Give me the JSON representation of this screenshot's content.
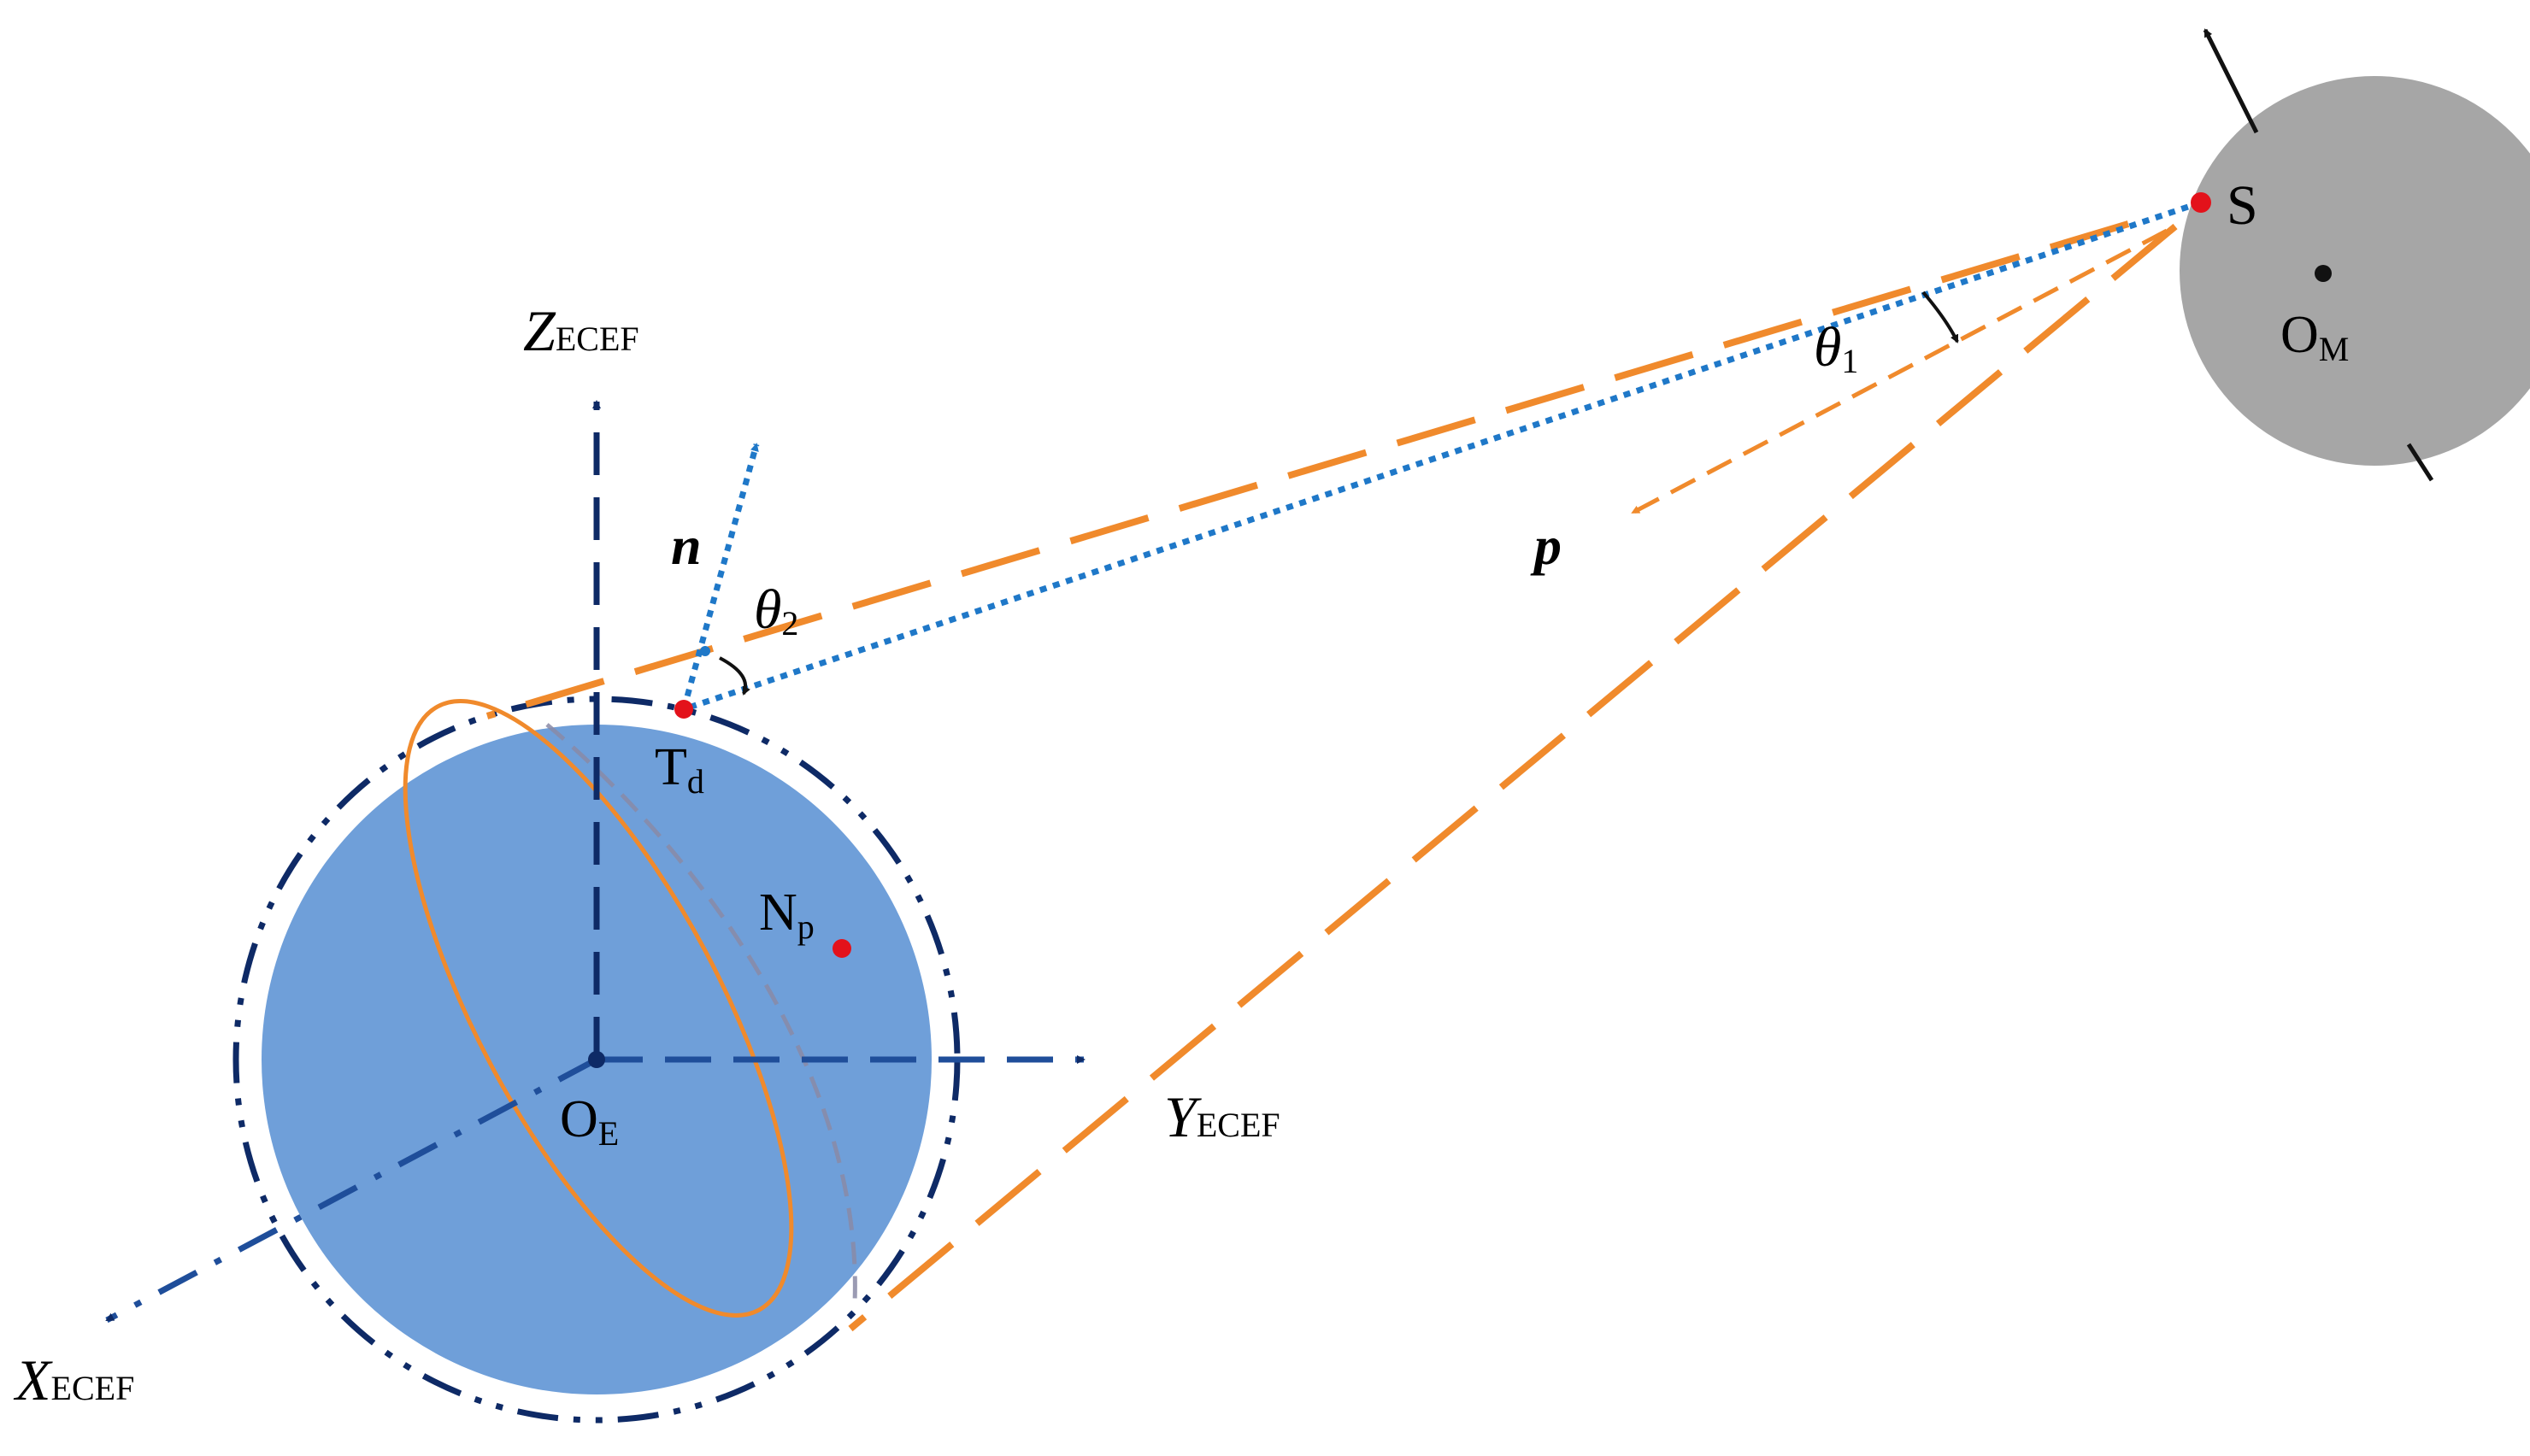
{
  "labels": {
    "z_axis": {
      "main": "Z",
      "sub": "ECEF"
    },
    "y_axis": {
      "main": "Y",
      "sub": "ECEF"
    },
    "x_axis": {
      "main": "X",
      "sub": "ECEF"
    },
    "earth_center": {
      "main": "O",
      "sub": "E"
    },
    "moon_center": {
      "main": "O",
      "sub": "M"
    },
    "satellite": "S",
    "target": {
      "main": "T",
      "sub": "d"
    },
    "north_pole": {
      "main": "N",
      "sub": "p"
    },
    "normal_vector": "n",
    "direction_vector": "p",
    "angle_1": {
      "main": "θ",
      "sub": "1"
    },
    "angle_2": {
      "main": "θ",
      "sub": "2"
    }
  },
  "colors": {
    "earth_fill": "#6f9fd9",
    "moon_fill": "#a6a6a6",
    "axis_navy": "#0e2a66",
    "axis_blue": "#1f4e9a",
    "orange": "#f08a2c",
    "dotted_blue": "#1f78c8",
    "marker_red": "#e3121b"
  }
}
